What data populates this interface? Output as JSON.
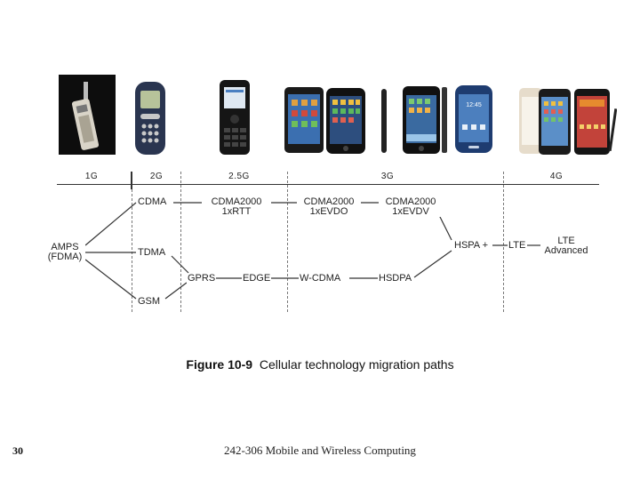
{
  "generations": [
    "1G",
    "2G",
    "2.5G",
    "3G",
    "4G"
  ],
  "nodes": {
    "amps": "AMPS",
    "amps_fdma": "(FDMA)",
    "cdma": "CDMA",
    "tdma": "TDMA",
    "gsm": "GSM",
    "cdma2000_1xrtt_a": "CDMA2000",
    "cdma2000_1xrtt_b": "1xRTT",
    "cdma2000_1xevdo_a": "CDMA2000",
    "cdma2000_1xevdo_b": "1xEVDO",
    "cdma2000_1xevdv_a": "CDMA2000",
    "cdma2000_1xevdv_b": "1xEVDV",
    "gprs": "GPRS",
    "edge": "EDGE",
    "wcdma": "W-CDMA",
    "hsdpa": "HSDPA",
    "hspa": "HSPA +",
    "lte": "LTE",
    "lte_adv_a": "LTE",
    "lte_adv_b": "Advanced"
  },
  "caption": {
    "label": "Figure 10-9",
    "text": "Cellular technology migration paths"
  },
  "footer": {
    "slide_number": "30",
    "course": "242-306 Mobile and Wireless Computing"
  }
}
